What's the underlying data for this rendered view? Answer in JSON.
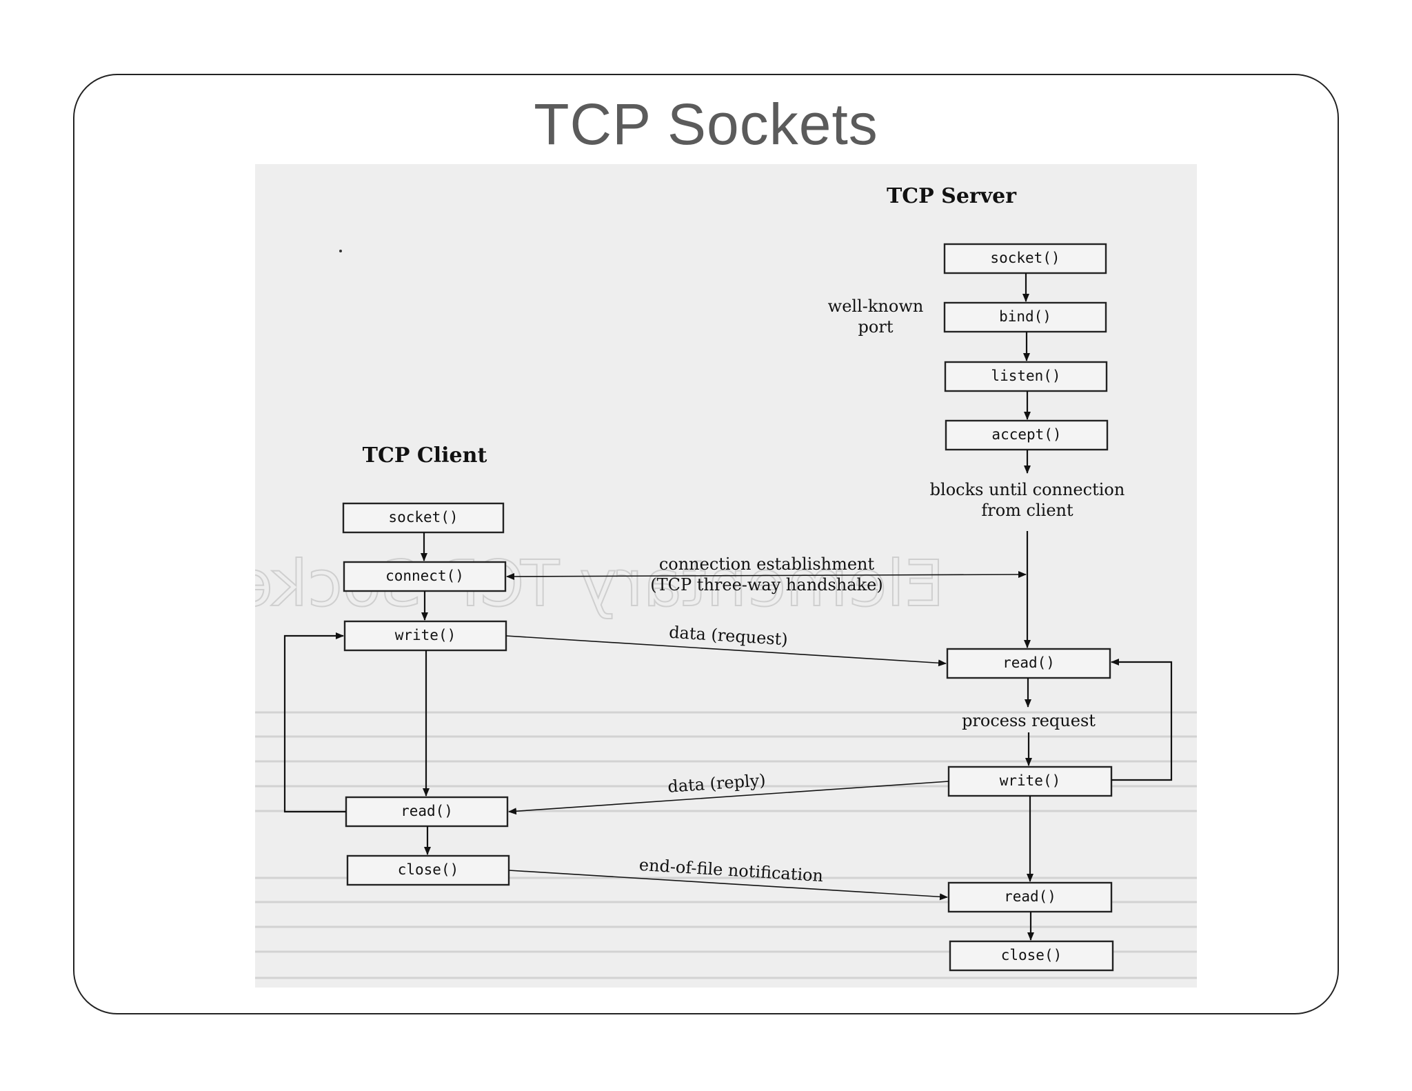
{
  "slide": {
    "title": "TCP Sockets"
  },
  "diagram": {
    "server": {
      "heading": "TCP Server",
      "socket": "socket()",
      "bind": "bind()",
      "listen": "listen()",
      "accept": "accept()",
      "read_request": "read()",
      "write_reply": "write()",
      "read_eof": "read()",
      "close": "close()",
      "well_known_line1": "well-known",
      "well_known_line2": "port",
      "blocks_line1": "blocks until connection",
      "blocks_line2": "from client",
      "process_request": "process request"
    },
    "client": {
      "heading": "TCP Client",
      "socket": "socket()",
      "connect": "connect()",
      "write": "write()",
      "read": "read()",
      "close": "close()"
    },
    "arrows": {
      "connection_line1": "connection establishment",
      "connection_line2": "(TCP three-way handshake)",
      "data_request": "data (request)",
      "data_reply": "data (reply)",
      "eof": "end-of-file notification"
    }
  }
}
